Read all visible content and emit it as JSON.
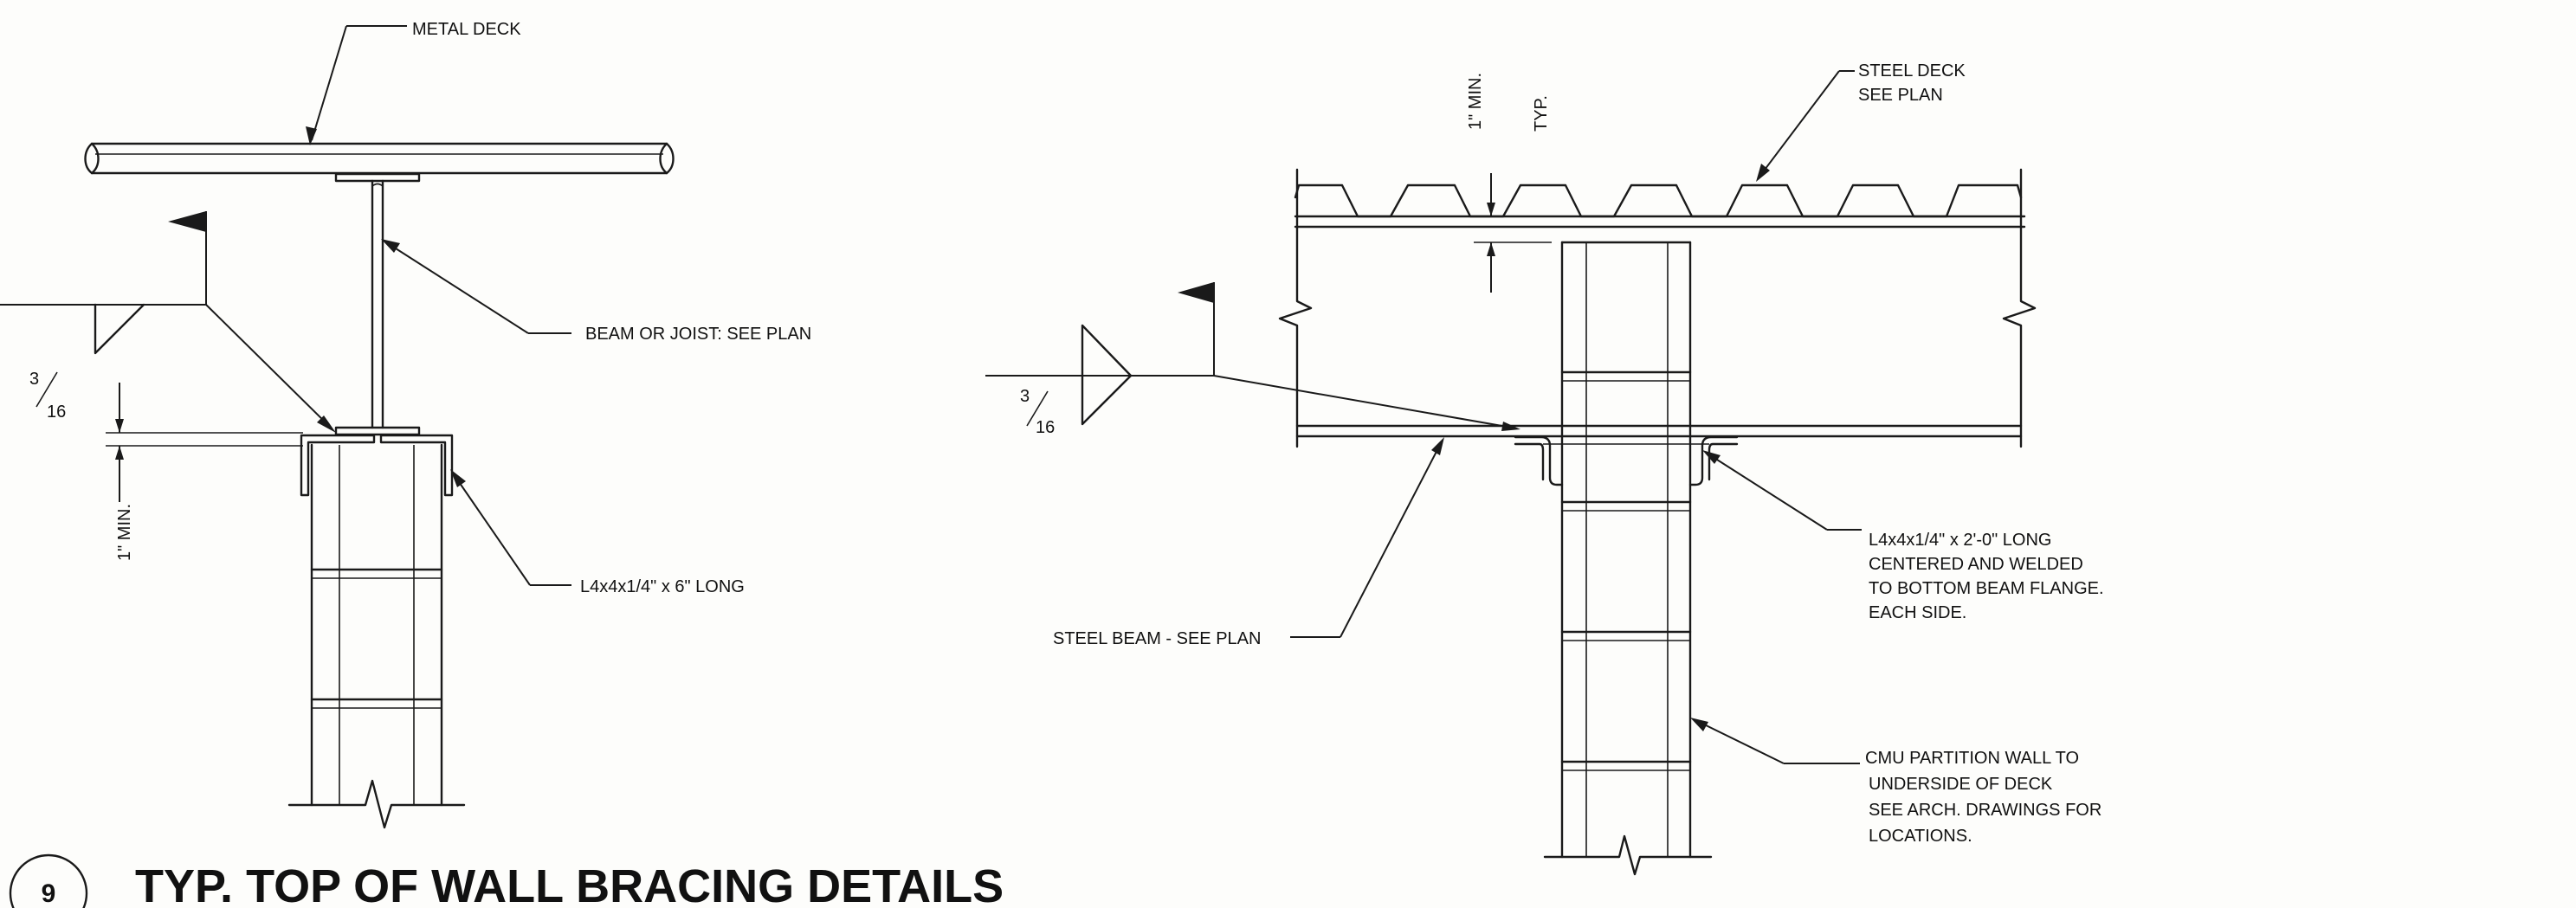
{
  "detail": {
    "number": "9",
    "title": "TYP. TOP OF WALL BRACING DETAILS"
  },
  "left_detail": {
    "metal_deck": "METAL DECK",
    "beam_or_joist": "BEAM OR JOIST: SEE PLAN",
    "angle": "L4x4x1/4\"  x 6\" LONG",
    "min_clearance": "1\" MIN.",
    "weld_size_num": "3",
    "weld_size_den": "16"
  },
  "right_detail": {
    "steel_deck_line1": "STEEL DECK",
    "steel_deck_line2": "SEE PLAN",
    "min_clearance": "1\" MIN.",
    "typ": "TYP.",
    "steel_beam": "STEEL BEAM - SEE PLAN",
    "angle_line1": "L4x4x1/4\" x 2'-0\" LONG",
    "angle_line2": "CENTERED AND  WELDED",
    "angle_line3": "TO BOTTOM BEAM FLANGE.",
    "angle_line4": "EACH SIDE.",
    "cmu_line1": "CMU PARTITION WALL TO",
    "cmu_line2": "UNDERSIDE OF DECK",
    "cmu_line3": "SEE ARCH. DRAWINGS FOR",
    "cmu_line4": "LOCATIONS.",
    "weld_size_num": "3",
    "weld_size_den": "16"
  }
}
